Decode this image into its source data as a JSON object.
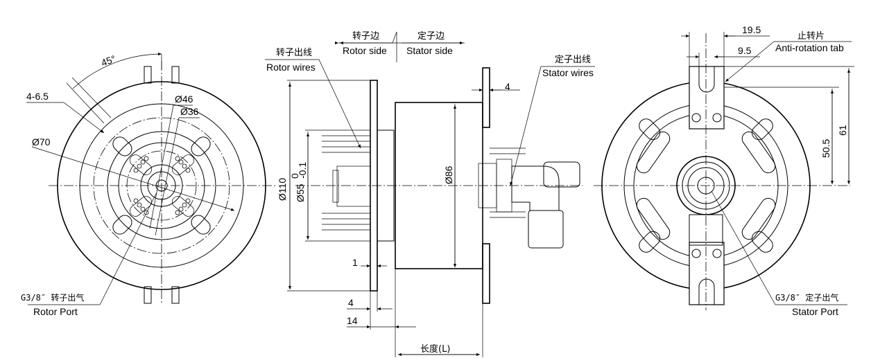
{
  "left_view": {
    "angle": "45°",
    "holes": "4-6.5",
    "dia_70": "Ø70",
    "dia_46": "Ø46",
    "dia_36": "Ø36",
    "port_cn": "G3/8″ 转子出气",
    "port_en": "Rotor Port"
  },
  "center_view": {
    "rotor_side_cn": "转子边",
    "rotor_side_en": "Rotor side",
    "stator_side_cn": "定子边",
    "stator_side_en": "Stator  side",
    "rotor_wires_cn": "转子出线",
    "rotor_wires_en": "Rotor wires",
    "stator_wires_cn": "定子出线",
    "stator_wires_en": "Stator wires",
    "dim_4_top": "4",
    "dia_110": "Ø110",
    "dia_55_tol_upper": "0",
    "dia_55_main": "Ø55",
    "dia_55_tol_lower": "-0.1",
    "dia_86": "Ø86",
    "dim_1": "1",
    "dim_4_bottom": "4",
    "dim_14": "14",
    "length_label": "长度(L)"
  },
  "right_view": {
    "dim_19_5": "19.5",
    "dim_9_5": "9.5",
    "tab_cn": "止转片",
    "tab_en": "Anti-rotation tab",
    "dim_50_5": "50.5",
    "dim_61": "61",
    "port_cn": "G3/8″ 定子出气",
    "port_en": "Stator Port"
  }
}
